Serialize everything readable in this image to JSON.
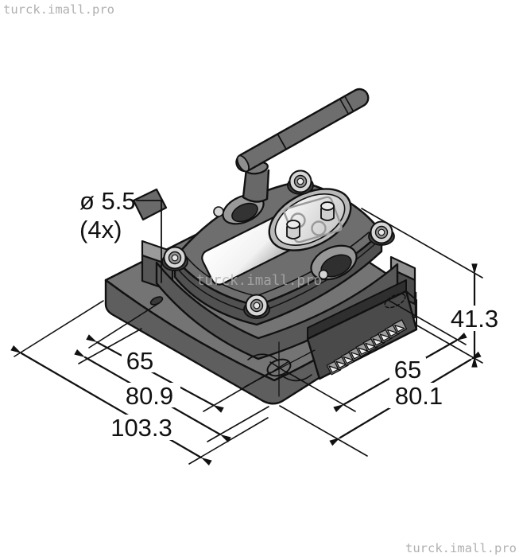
{
  "watermarks": {
    "top_left": "turck.imall.pro",
    "center": "turck.imall.pro",
    "bottom_right": "turck.imall.pro"
  },
  "annotations": {
    "hole_diameter": "ø 5.5",
    "hole_count": "(4x)",
    "height": "41.3",
    "left_hole_spacing": "65",
    "left_housing_width": "80.9",
    "left_overall_width": "103.3",
    "right_hole_spacing": "65",
    "right_housing_depth": "80.1"
  },
  "colors": {
    "line": "#111111",
    "body_gray": "#6e6e6e",
    "background": "#ffffff",
    "watermark_gray": "#b0b0b0"
  }
}
